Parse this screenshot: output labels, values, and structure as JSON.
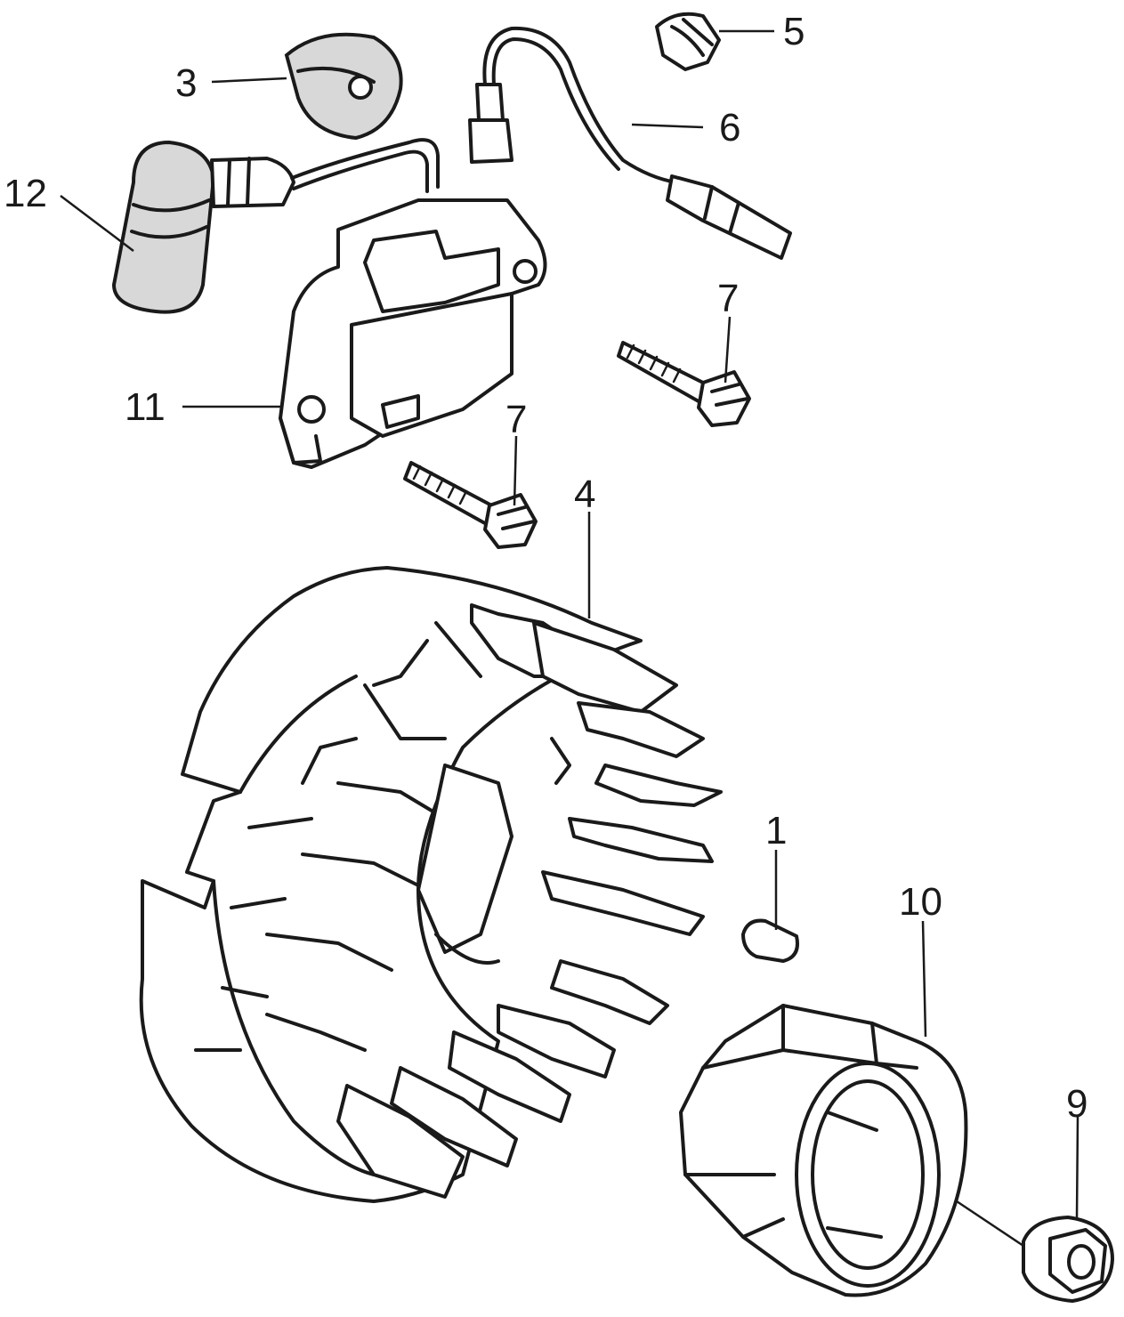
{
  "diagram": {
    "callouts": [
      {
        "id": "label-1",
        "text": "1"
      },
      {
        "id": "label-3",
        "text": "3"
      },
      {
        "id": "label-4",
        "text": "4"
      },
      {
        "id": "label-5",
        "text": "5"
      },
      {
        "id": "label-6",
        "text": "6"
      },
      {
        "id": "label-7a",
        "text": "7"
      },
      {
        "id": "label-7b",
        "text": "7"
      },
      {
        "id": "label-9",
        "text": "9"
      },
      {
        "id": "label-10",
        "text": "10"
      },
      {
        "id": "label-11",
        "text": "11"
      },
      {
        "id": "label-12",
        "text": "12"
      }
    ]
  }
}
